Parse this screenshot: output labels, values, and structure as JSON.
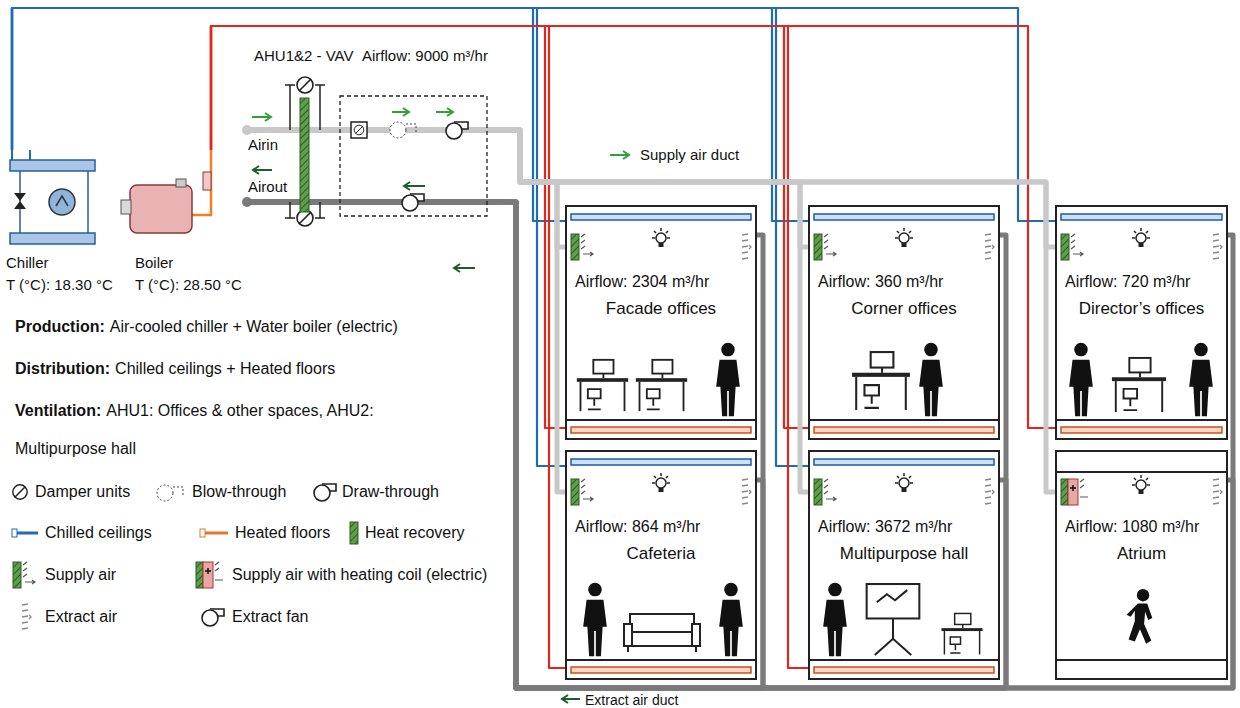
{
  "diagram": {
    "nodes": [
      {
        "text": [
          "Chiller",
          "T (°C): 18.30 °C"
        ]
      },
      {
        "text": [
          "Boiler",
          "T (°C): 28.50 °C"
        ]
      },
      {
        "text": [
          "AHU1&2 - VAV",
          "Airflow: 9000 m³/hr"
        ]
      },
      {
        "text": [
          "Airflow: 2304 m³/hr",
          "Facade offices"
        ]
      },
      {
        "text": [
          "Airflow: 360 m³/hr",
          "Corner offices"
        ]
      },
      {
        "text": [
          "Airflow: 720 m³/hr",
          "Director’s offices"
        ]
      },
      {
        "text": [
          "Airflow: 864 m³/hr",
          "Cafeteria"
        ]
      },
      {
        "text": [
          "Airflow: 3672 m³/hr",
          "Multipurpose hall"
        ]
      },
      {
        "text": [
          "Airflow: 1080 m³/hr",
          "Atrium"
        ]
      }
    ],
    "edges": [
      {
        "from": 0,
        "to": 3,
        "arrow": "none"
      },
      {
        "from": 0,
        "to": 6,
        "arrow": "none"
      },
      {
        "from": 0,
        "to": 4,
        "arrow": "none"
      },
      {
        "from": 0,
        "to": 7,
        "arrow": "none"
      },
      {
        "from": 0,
        "to": 5,
        "arrow": "none"
      },
      {
        "from": 1,
        "to": 3,
        "arrow": "none"
      },
      {
        "from": 1,
        "to": 6,
        "arrow": "none"
      },
      {
        "from": 1,
        "to": 4,
        "arrow": "none"
      },
      {
        "from": 1,
        "to": 7,
        "arrow": "none"
      },
      {
        "from": 1,
        "to": 5,
        "arrow": "none"
      },
      {
        "from": 2,
        "to": 3,
        "arrow": "none"
      },
      {
        "from": 2,
        "to": 6,
        "arrow": "none"
      },
      {
        "from": 2,
        "to": 4,
        "arrow": "none"
      },
      {
        "from": 2,
        "to": 7,
        "arrow": "none"
      },
      {
        "from": 2,
        "to": 5,
        "arrow": "none"
      },
      {
        "from": 2,
        "to": 8,
        "arrow": "none"
      },
      {
        "from": 3,
        "to": 2,
        "arrow": "none"
      },
      {
        "from": 6,
        "to": 2,
        "arrow": "none"
      },
      {
        "from": 4,
        "to": 2,
        "arrow": "none"
      },
      {
        "from": 7,
        "to": 2,
        "arrow": "none"
      },
      {
        "from": 5,
        "to": 2,
        "arrow": "none"
      },
      {
        "from": 8,
        "to": 2,
        "arrow": "none"
      }
    ],
    "labels": [
      "Airin",
      "Airout",
      "Supply air duct",
      "Production:",
      "Air-cooled chiller + Water boiler (electric)",
      "Distribution:",
      "Chilled ceilings + Heated floors",
      "Ventilation:",
      "AHU1: Offices & other spaces, AHU2:",
      "Multipurpose hall",
      "Extract air duct"
    ],
    "legend": [
      {
        "text": "Damper units"
      },
      {
        "text": "Blow-through"
      },
      {
        "text": "Draw-through"
      },
      {
        "text": "Chilled ceilings"
      },
      {
        "text": "Heated floors"
      },
      {
        "text": "Heat recovery"
      },
      {
        "text": "Supply air"
      },
      {
        "text": "Supply air with heating coil (electric)"
      },
      {
        "text": "Extract air"
      },
      {
        "text": "Extract fan"
      }
    ]
  }
}
